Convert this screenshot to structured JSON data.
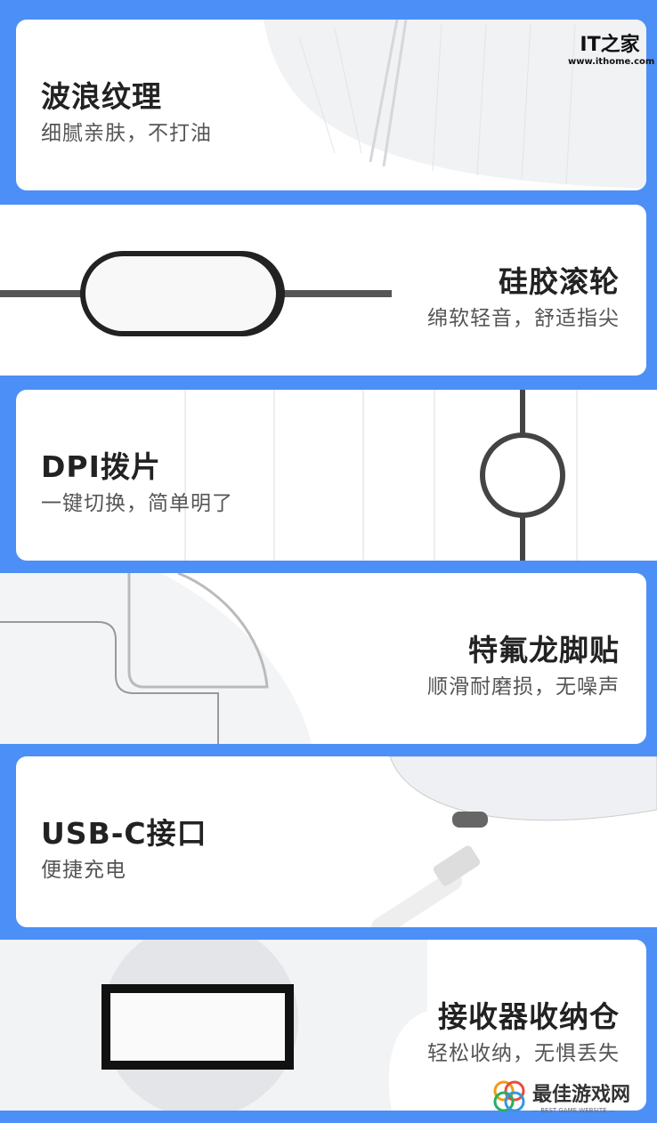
{
  "features": [
    {
      "title": "波浪纹理",
      "subtitle": "细腻亲肤，不打油"
    },
    {
      "title": "硅胶滚轮",
      "subtitle": "绵软轻音，舒适指尖"
    },
    {
      "title": "DPI拨片",
      "subtitle": "一键切换，简单明了"
    },
    {
      "title": "特氟龙脚贴",
      "subtitle": "顺滑耐磨损，无噪声"
    },
    {
      "title": "USB-C接口",
      "subtitle": "便捷充电"
    },
    {
      "title": "接收器收纳仓",
      "subtitle": "轻松收纳，无惧丢失"
    }
  ],
  "logo": {
    "brand": "IT之家",
    "url": "www.ithome.com"
  },
  "watermark": {
    "name": "最佳游戏网",
    "tagline": "— BEST GAME WEBSITE —"
  },
  "colors": {
    "background": "#4c8ff6"
  }
}
